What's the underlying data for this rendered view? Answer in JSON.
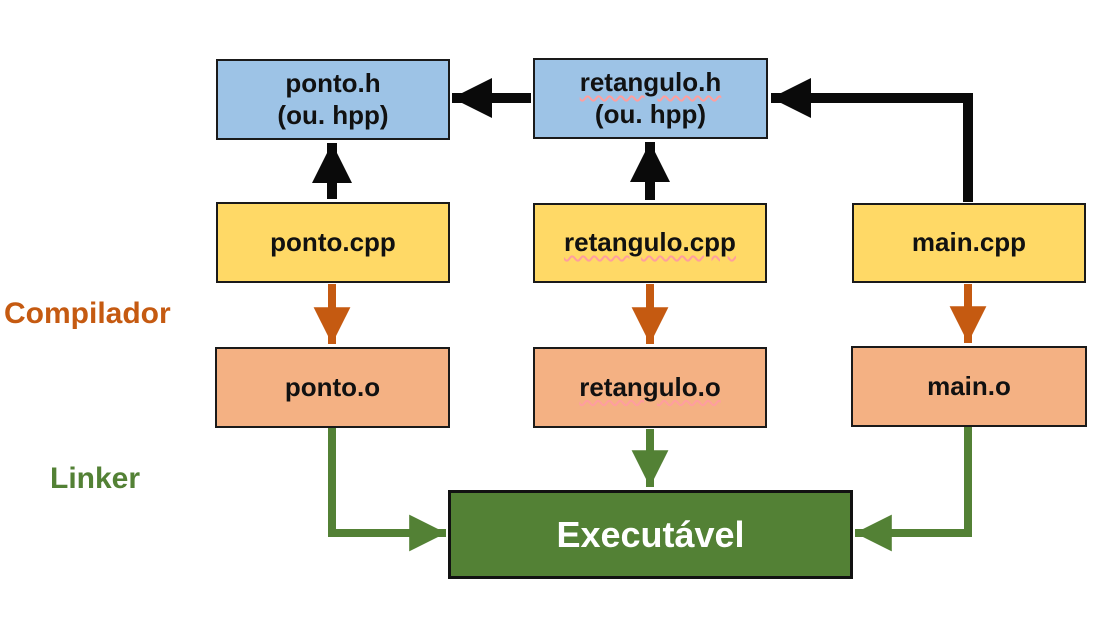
{
  "labels": {
    "compilador": "Compilador",
    "linker": "Linker"
  },
  "nodes": [
    {
      "id": "ponto-h",
      "line1": "ponto.h",
      "line2": "(ou. hpp)"
    },
    {
      "id": "retangulo-h",
      "line1": "retangulo.h",
      "line2": "(ou. hpp)"
    },
    {
      "id": "ponto-cpp",
      "label": "ponto.cpp"
    },
    {
      "id": "retangulo-cpp",
      "label": "retangulo.cpp"
    },
    {
      "id": "main-cpp",
      "label": "main.cpp"
    },
    {
      "id": "ponto-o",
      "label": "ponto.o"
    },
    {
      "id": "retangulo-o",
      "label": "retangulo.o"
    },
    {
      "id": "main-o",
      "label": "main.o"
    },
    {
      "id": "executavel",
      "label": "Executável"
    }
  ],
  "edges": [
    {
      "from": "retangulo.h",
      "to": "ponto.h",
      "type": "include"
    },
    {
      "from": "main.cpp",
      "to": "retangulo.h",
      "type": "include"
    },
    {
      "from": "ponto.cpp",
      "to": "ponto.h",
      "type": "include"
    },
    {
      "from": "retangulo.cpp",
      "to": "retangulo.h",
      "type": "include"
    },
    {
      "from": "ponto.cpp",
      "to": "ponto.o",
      "type": "compile"
    },
    {
      "from": "retangulo.cpp",
      "to": "retangulo.o",
      "type": "compile"
    },
    {
      "from": "main.cpp",
      "to": "main.o",
      "type": "compile"
    },
    {
      "from": "ponto.o",
      "to": "Executável",
      "type": "link"
    },
    {
      "from": "retangulo.o",
      "to": "Executável",
      "type": "link"
    },
    {
      "from": "main.o",
      "to": "Executável",
      "type": "link"
    }
  ],
  "colors": {
    "header_box": "#9DC3E6",
    "source_box": "#FFD966",
    "object_box": "#F4B183",
    "executable_box": "#538135",
    "include_arrow": "#000000",
    "compile_arrow": "#C55A11",
    "link_arrow": "#538135",
    "compilador_label": "#C55A11",
    "linker_label": "#538135",
    "spellcheck_underline": "#FF9E9E"
  }
}
